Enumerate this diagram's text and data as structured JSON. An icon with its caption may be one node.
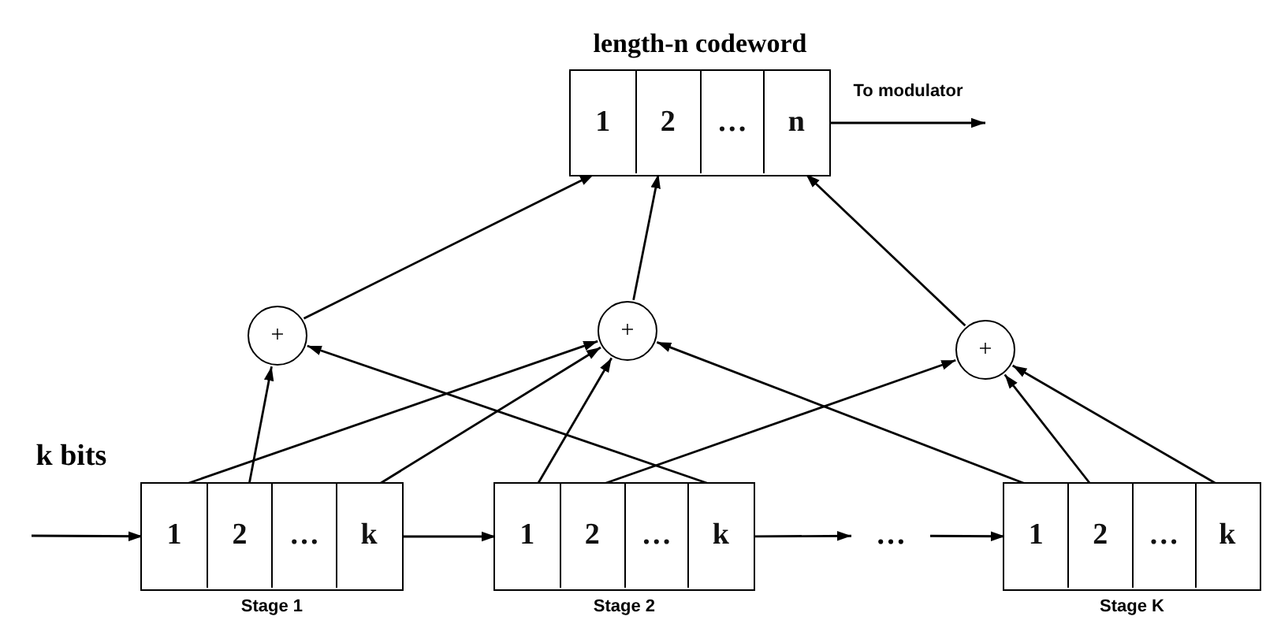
{
  "diagram": {
    "nodes": [
      {
        "text": [
          "length-n codeword"
        ]
      },
      {
        "text": [
          "1"
        ],
        "in": 0
      },
      {
        "text": [
          "2"
        ],
        "in": 0
      },
      {
        "text": [
          "…"
        ],
        "in": 0
      },
      {
        "text": [
          "n"
        ],
        "in": 0
      },
      {
        "text": [
          "+"
        ]
      },
      {
        "text": [
          "+"
        ]
      },
      {
        "text": [
          "+"
        ]
      },
      {
        "text": [],
        "shape": "box",
        "beside": [
          "Stage 1"
        ]
      },
      {
        "text": [
          "1"
        ],
        "in": 8
      },
      {
        "text": [
          "2"
        ],
        "in": 8
      },
      {
        "text": [
          "…"
        ],
        "in": 8
      },
      {
        "text": [
          "k"
        ],
        "in": 8
      },
      {
        "text": [],
        "shape": "box",
        "beside": [
          "Stage 2"
        ]
      },
      {
        "text": [
          "1"
        ],
        "in": 13
      },
      {
        "text": [
          "2"
        ],
        "in": 13
      },
      {
        "text": [
          "…"
        ],
        "in": 13
      },
      {
        "text": [
          "k"
        ],
        "in": 13
      },
      {
        "text": [
          "…"
        ]
      },
      {
        "text": [],
        "shape": "box",
        "beside": [
          "Stage K"
        ]
      },
      {
        "text": [
          "1"
        ],
        "in": 19
      },
      {
        "text": [
          "2"
        ],
        "in": 19
      },
      {
        "text": [
          "…"
        ],
        "in": 19
      },
      {
        "text": [
          "k"
        ],
        "in": 19
      }
    ],
    "edges": [
      {
        "from": null,
        "to": 9,
        "arrow": "to",
        "label": "k bits"
      },
      {
        "from": 12,
        "to": 14,
        "arrow": "to"
      },
      {
        "from": 17,
        "to": 18,
        "arrow": "to"
      },
      {
        "from": 18,
        "to": 20,
        "arrow": "to"
      },
      {
        "from": 0,
        "to": null,
        "arrow": "to",
        "label": "To modulator"
      },
      {
        "from": 10,
        "to": 5,
        "arrow": "to"
      },
      {
        "from": 17,
        "to": 5,
        "arrow": "to"
      },
      {
        "from": 5,
        "to": 1,
        "arrow": "to"
      },
      {
        "from": 9,
        "to": 6,
        "arrow": "to"
      },
      {
        "from": 12,
        "to": 6,
        "arrow": "to"
      },
      {
        "from": 14,
        "to": 6,
        "arrow": "to"
      },
      {
        "from": 20,
        "to": 6,
        "arrow": "to"
      },
      {
        "from": 6,
        "to": 2,
        "arrow": "to"
      },
      {
        "from": 15,
        "to": 7,
        "arrow": "to"
      },
      {
        "from": 21,
        "to": 7,
        "arrow": "to"
      },
      {
        "from": 23,
        "to": 7,
        "arrow": "to"
      },
      {
        "from": 7,
        "to": 4,
        "arrow": "to"
      }
    ]
  }
}
